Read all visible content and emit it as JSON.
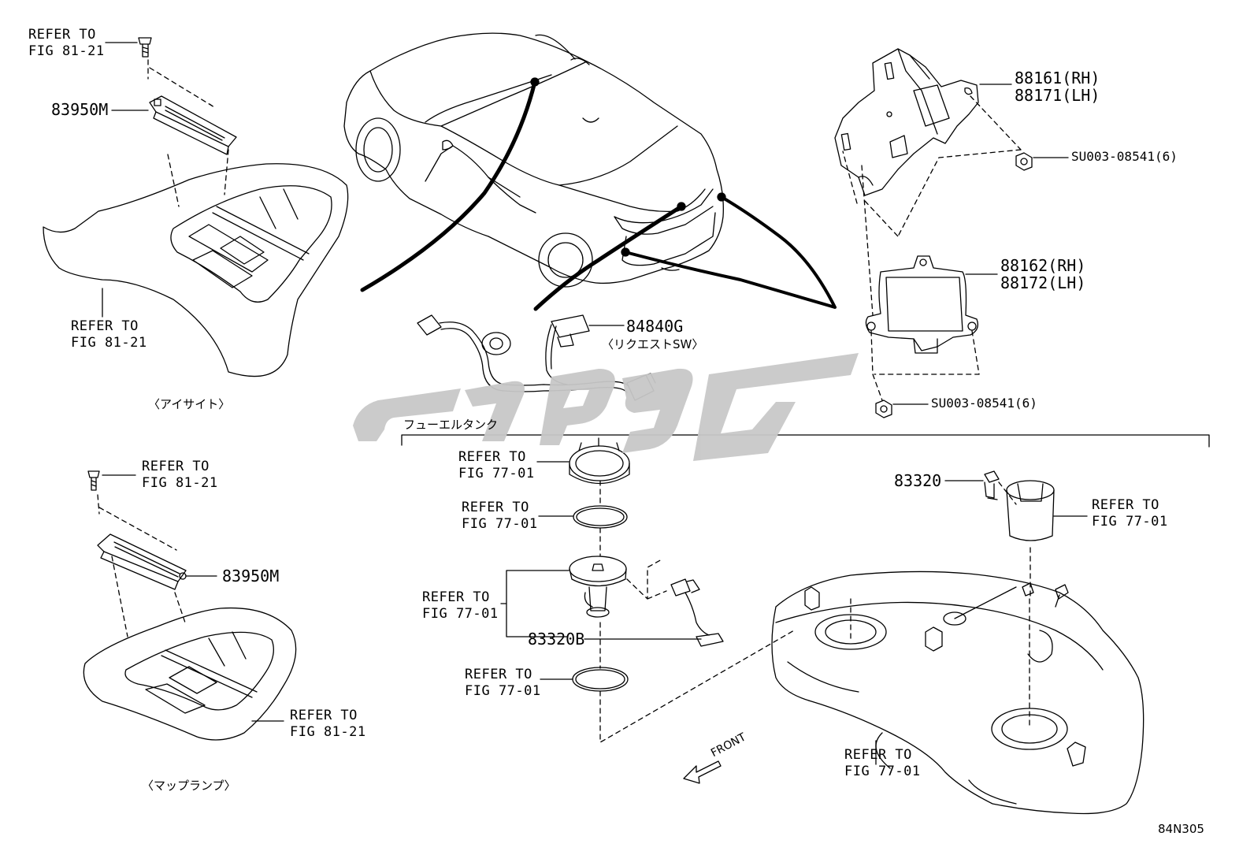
{
  "labels": {
    "top_left_screw_ref": [
      "REFER TO",
      "FIG 81-21"
    ],
    "top_left_lamp_part": "83950M",
    "top_left_console_ref": [
      "REFER TO",
      "FIG 81-21"
    ],
    "eyesight_caption": "〈アイサイト〉",
    "bottom_left_screw_ref": [
      "REFER TO",
      "FIG 81-21"
    ],
    "bottom_left_lamp_part": "83950M",
    "bottom_left_console_ref": [
      "REFER TO",
      "FIG 81-21"
    ],
    "maplamp_caption": "〈マップランプ〉",
    "switch_part": "84840G",
    "switch_caption": "〈リクエストSW〉",
    "bracket_part": [
      "88161(RH)",
      "88171(LH)"
    ],
    "bracket_nut": "SU003-08541(6)",
    "module_part": [
      "88162(RH)",
      "88172(LH)"
    ],
    "module_nut": "SU003-08541(6)",
    "fuel_tank_caption": "フューエルタンク",
    "fuel_ring_ref": [
      "REFER TO",
      "FIG 77-01"
    ],
    "fuel_gasket_ref": [
      "REFER TO",
      "FIG 77-01"
    ],
    "fuel_pump_ref": [
      "REFER TO",
      "FIG 77-01"
    ],
    "sender_part": "83320B",
    "fuel_gasket2_ref": [
      "REFER TO",
      "FIG 77-01"
    ],
    "sub_sender_part": "83320",
    "sub_pump_ref": [
      "REFER TO",
      "FIG 77-01"
    ],
    "tank_ref": [
      "REFER TO",
      "FIG 77-01"
    ],
    "front_arrow": "FRONT",
    "figure_code": "84N305"
  },
  "colors": {
    "line": "#000000",
    "watermark": "#c8c8c8"
  }
}
